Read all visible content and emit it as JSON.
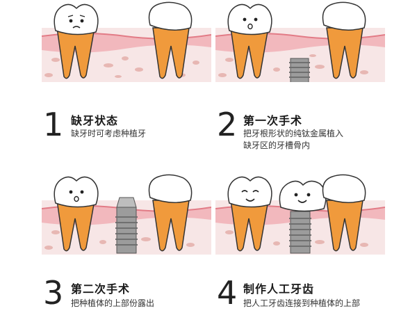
{
  "steps": [
    {
      "number": "1",
      "title": "缺牙状态",
      "desc": [
        "缺牙时可考虑种植牙"
      ]
    },
    {
      "number": "2",
      "title": "第一次手术",
      "desc": [
        "把牙根形状的纯钛金属植入",
        "缺牙区的牙槽骨内"
      ]
    },
    {
      "number": "3",
      "title": "第二次手术",
      "desc": [
        "把种植体的上部份露出"
      ]
    },
    {
      "number": "4",
      "title": "制作人工牙齿",
      "desc": [
        "把人工牙齿连接到种植体的上部"
      ]
    }
  ],
  "colors": {
    "gum": "#f2b8bd",
    "gum_dark": "#e27b86",
    "bone": "#f7e6e6",
    "bone_spot": "#e7b7b3",
    "root": "#f09a3c",
    "root_dark": "#e58423",
    "crown": "#ffffff",
    "implant": "#9c9c9c"
  }
}
